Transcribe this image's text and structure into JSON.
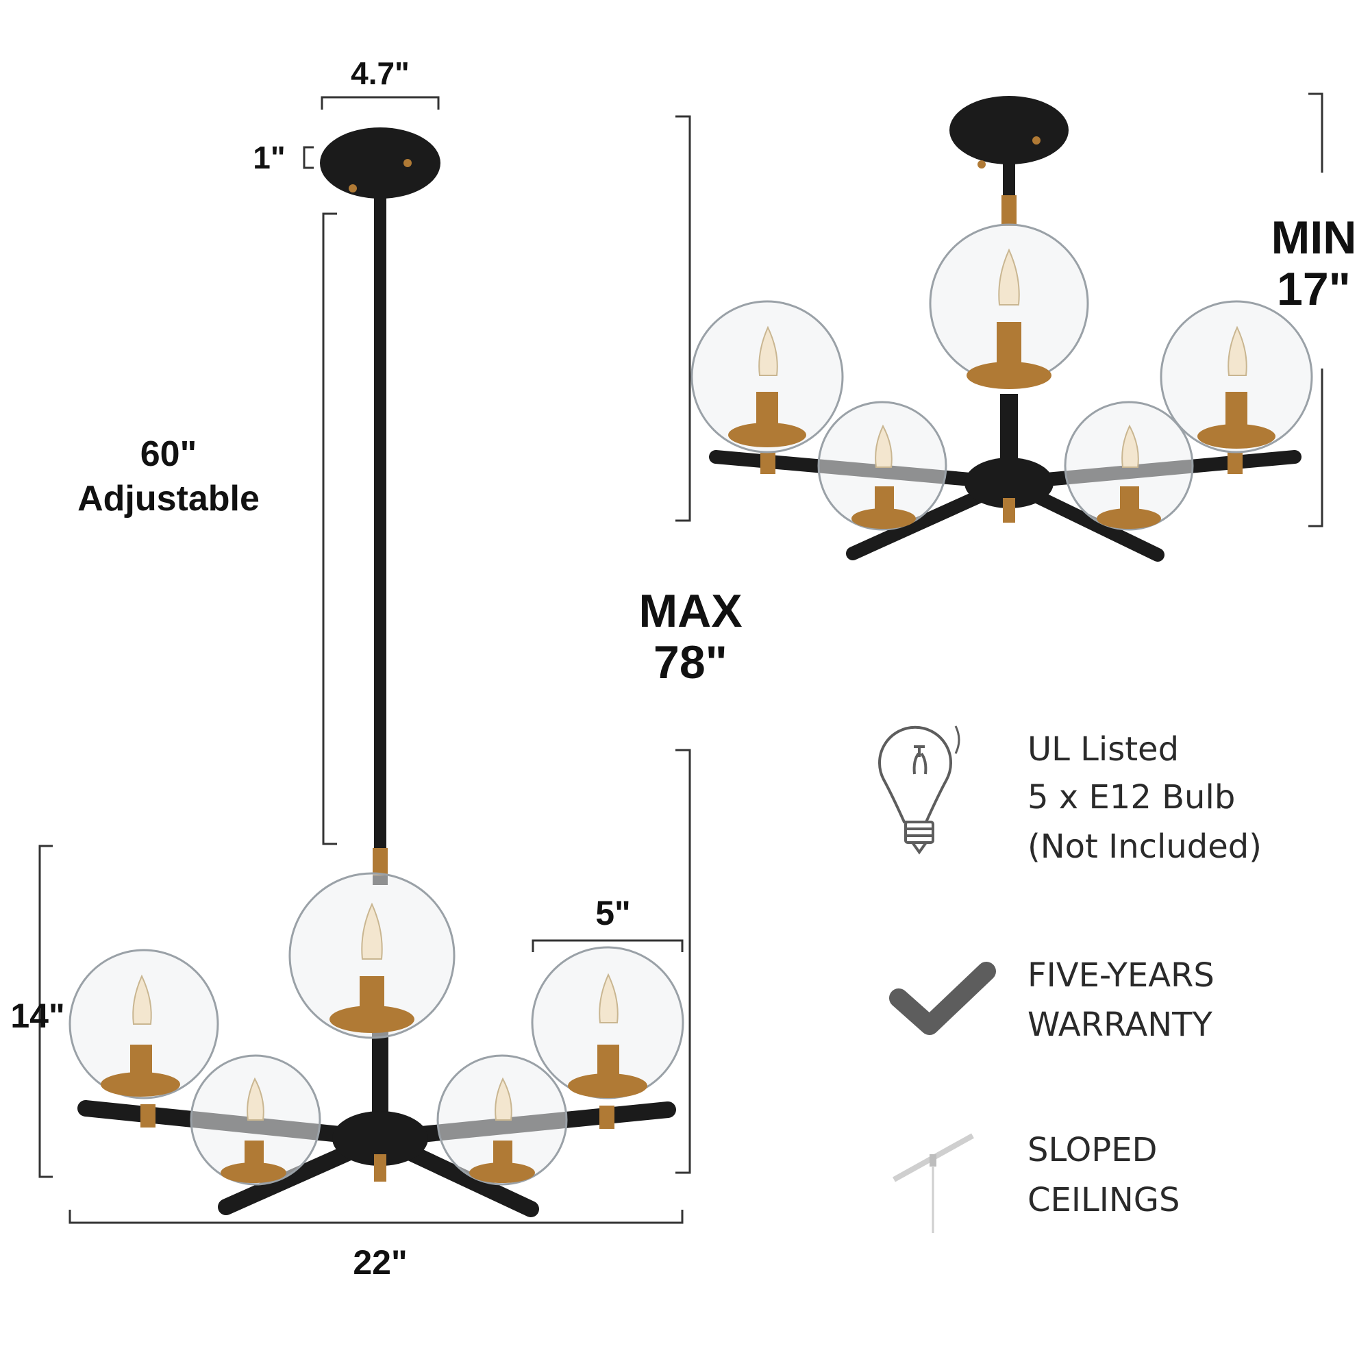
{
  "dimensions": {
    "canopy_width": "4.7\"",
    "canopy_height": "1\"",
    "rod_length": "60\"",
    "rod_note": "Adjustable",
    "max_label": "MAX",
    "max_value": "78\"",
    "min_label": "MIN",
    "min_value": "17\"",
    "body_height": "14\"",
    "globe_diameter": "5\"",
    "overall_width": "22\""
  },
  "features": [
    {
      "icon": "light-bulb-icon",
      "lines": [
        "UL Listed",
        "5 x E12 Bulb",
        "(Not Included)"
      ]
    },
    {
      "icon": "checkmark-icon",
      "lines": [
        "FIVE-YEARS",
        "WARRANTY"
      ]
    },
    {
      "icon": "sloped-ceiling-icon",
      "lines": [
        "SLOPED",
        "CEILINGS"
      ]
    }
  ],
  "colors": {
    "finish_black": "#1b1b1b",
    "finish_brass": "#b07a35",
    "icon_gray": "#5d5d5d"
  }
}
